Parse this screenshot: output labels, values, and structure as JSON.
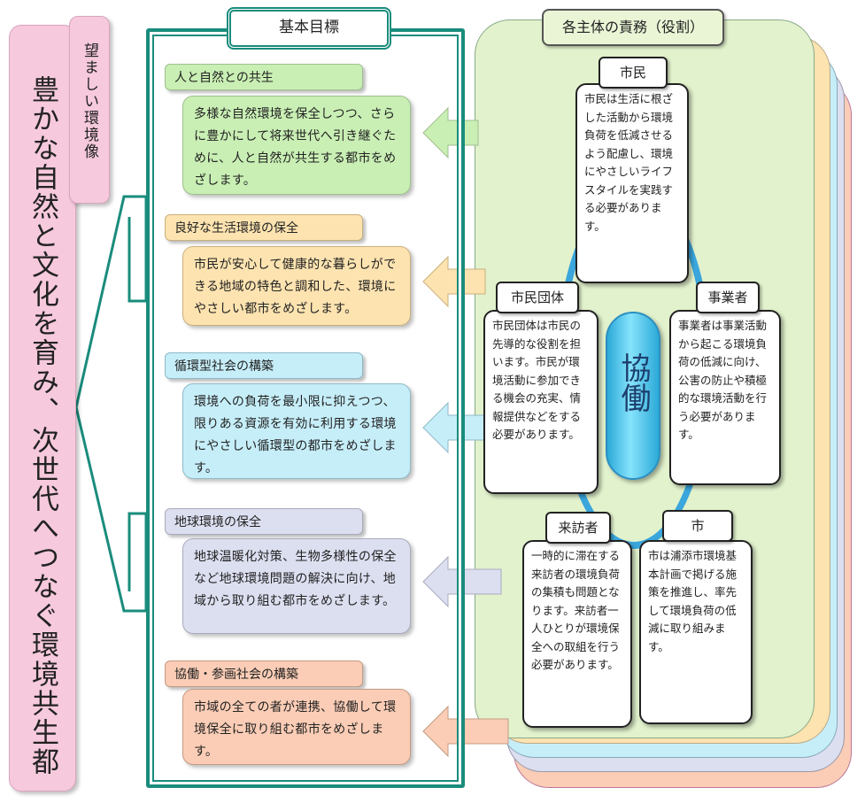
{
  "vision": {
    "label": "望ましい環境像",
    "main": "豊かな自然と文化を育み、次世代へつなぐ環境共生都市・浦添"
  },
  "goals_heading": "基本目標",
  "goals": [
    {
      "title": "人と自然との共生",
      "body": "多様な自然環境を保全しつつ、さらに豊かにして将来世代へ引き継ぐために、人と自然が共生する都市をめざします。",
      "color": "#c9efb4"
    },
    {
      "title": "良好な生活環境の保全",
      "body": "市民が安心して健康的な暮らしができる地域の特色と調和した、環境にやさしい都市をめざします。",
      "color": "#fde3b0"
    },
    {
      "title": "循環型社会の構築",
      "body": "環境への負荷を最小限に抑えつつ、限りある資源を有効に利用する環境にやさしい循環型の都市をめざします。",
      "color": "#c6eef9"
    },
    {
      "title": "地球環境の保全",
      "body": "地球温暖化対策、生物多様性の保全など地球環境問題の解決に向け、地域から取り組む都市をめざします。",
      "color": "#dcdff0"
    },
    {
      "title": "協働・参画社会の構築",
      "body": "市域の全ての者が連携、協働して環境保全に取り組む都市をめざします。",
      "color": "#fbcdb6"
    }
  ],
  "roles_heading": "各主体の責務（役割）",
  "collab": "協働",
  "actors": {
    "citizen": {
      "name": "市民",
      "body": "市民は生活に根ざした活動から環境負荷を低減させるよう配慮し、環境にやさしいライフスタイルを実践する必要があります。"
    },
    "group": {
      "name": "市民団体",
      "body": "市民団体は市民の先導的な役割を担います。市民が環境活動に参加できる機会の充実、情報提供などをする必要があります。"
    },
    "business": {
      "name": "事業者",
      "body": "事業者は事業活動から起こる環境負荷の低減に向け、公害の防止や積極的な環境活動を行う必要があります。"
    },
    "visitor": {
      "name": "来訪者",
      "body": "一時的に滞在する来訪者の環境負荷の集積も問題となります。来訪者一人ひとりが環境保全への取組を行う必要があります。"
    },
    "city": {
      "name": "市",
      "body": "市は浦添市環境基本計画で掲げる施策を推進し、率先して環境負荷の低減に取り組みます。"
    }
  },
  "colors": {
    "frame": "#1a8c7c",
    "vision": "#f6c9dc",
    "roles_panel": "#e2f2cd",
    "collab": "#3aa6dc"
  }
}
